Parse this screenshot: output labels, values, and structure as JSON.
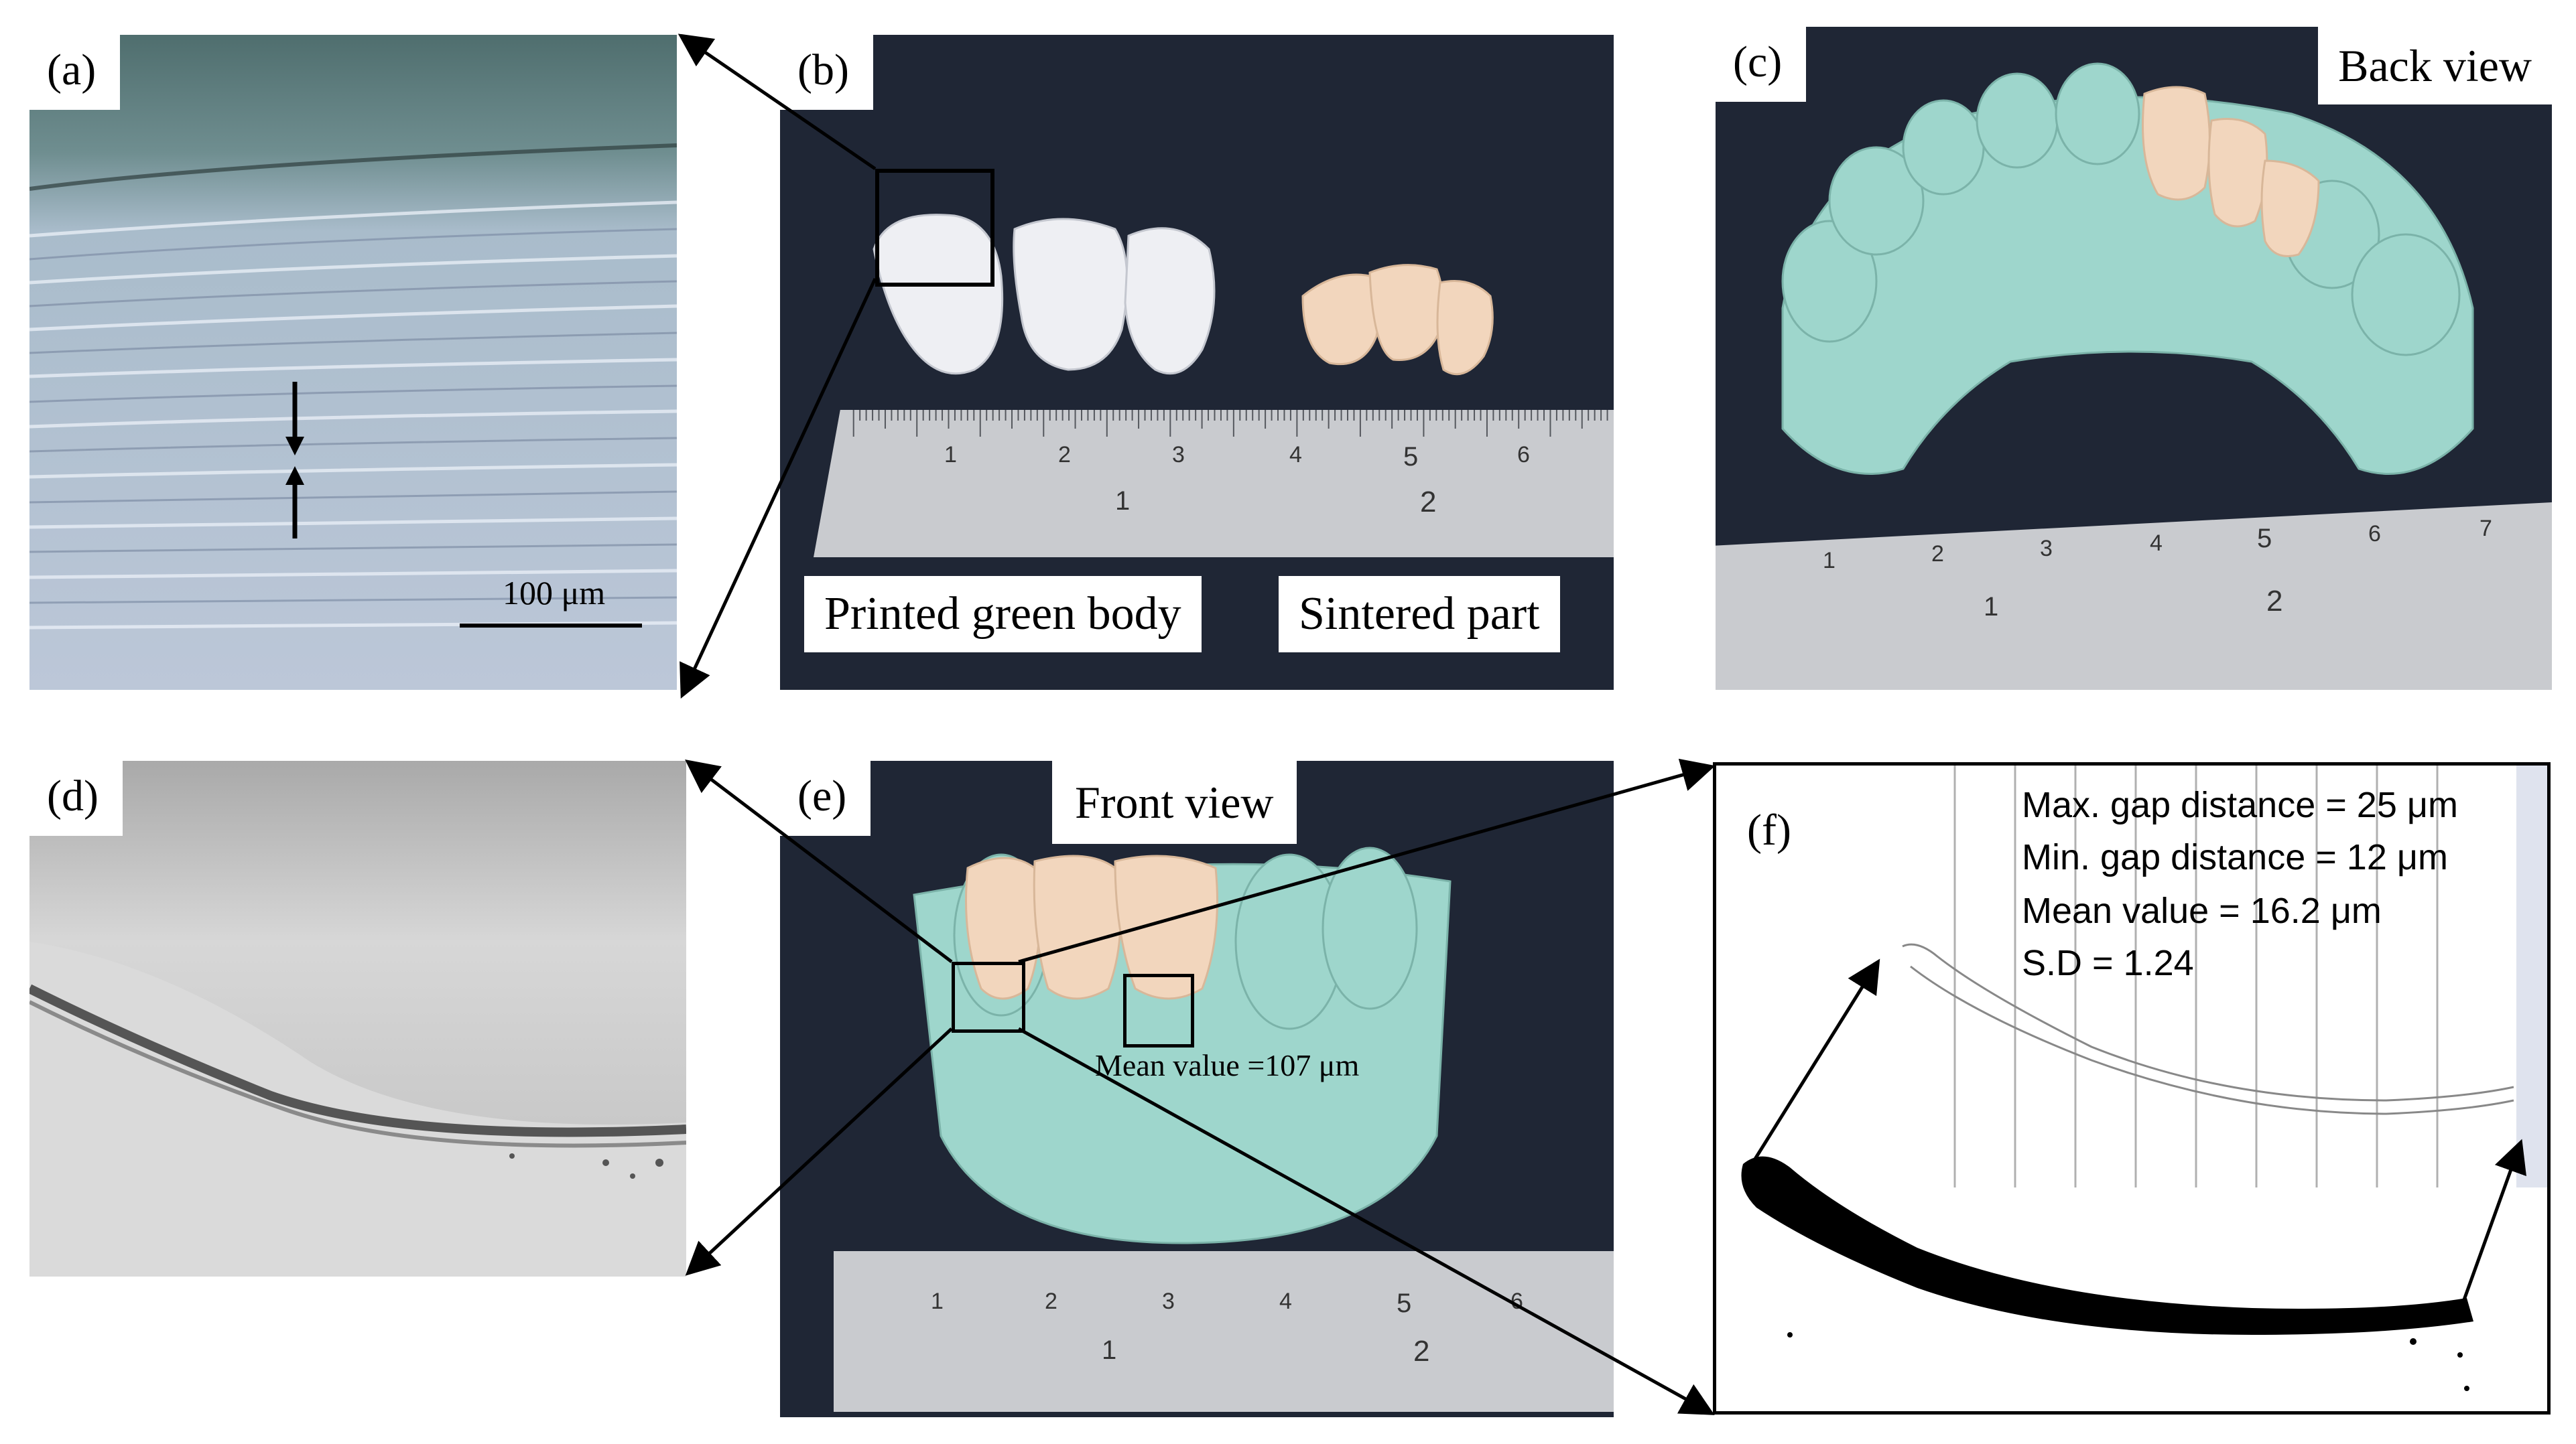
{
  "panels": {
    "a": {
      "label": "(a)",
      "scale_bar": "100 μm"
    },
    "b": {
      "label": "(b)",
      "caption_left": "Printed green body",
      "caption_right": "Sintered part"
    },
    "c": {
      "label": "(c)",
      "view": "Back view"
    },
    "d": {
      "label": "(d)"
    },
    "e": {
      "label": "(e)",
      "view": "Front view",
      "annotation": "Mean value =107 μm"
    },
    "f": {
      "label": "(f)",
      "stats": [
        "Max. gap distance = 25 μm",
        "Min. gap distance = 12 μm",
        "Mean value = 16.2 μm",
        "S.D = 1.24"
      ]
    }
  },
  "ruler": {
    "top_numbers": [
      "1",
      "2",
      "3",
      "4",
      "5",
      "6"
    ],
    "top_numbers_c": [
      "1",
      "2",
      "3",
      "4",
      "5",
      "6",
      "7"
    ],
    "bottom_numbers": [
      "1",
      "2"
    ]
  },
  "colors": {
    "dark_bg": "#1f2635",
    "model_green": "#9ed6cc",
    "ceramic": "#f2d6bd",
    "ruler": "#c9cbcf"
  }
}
